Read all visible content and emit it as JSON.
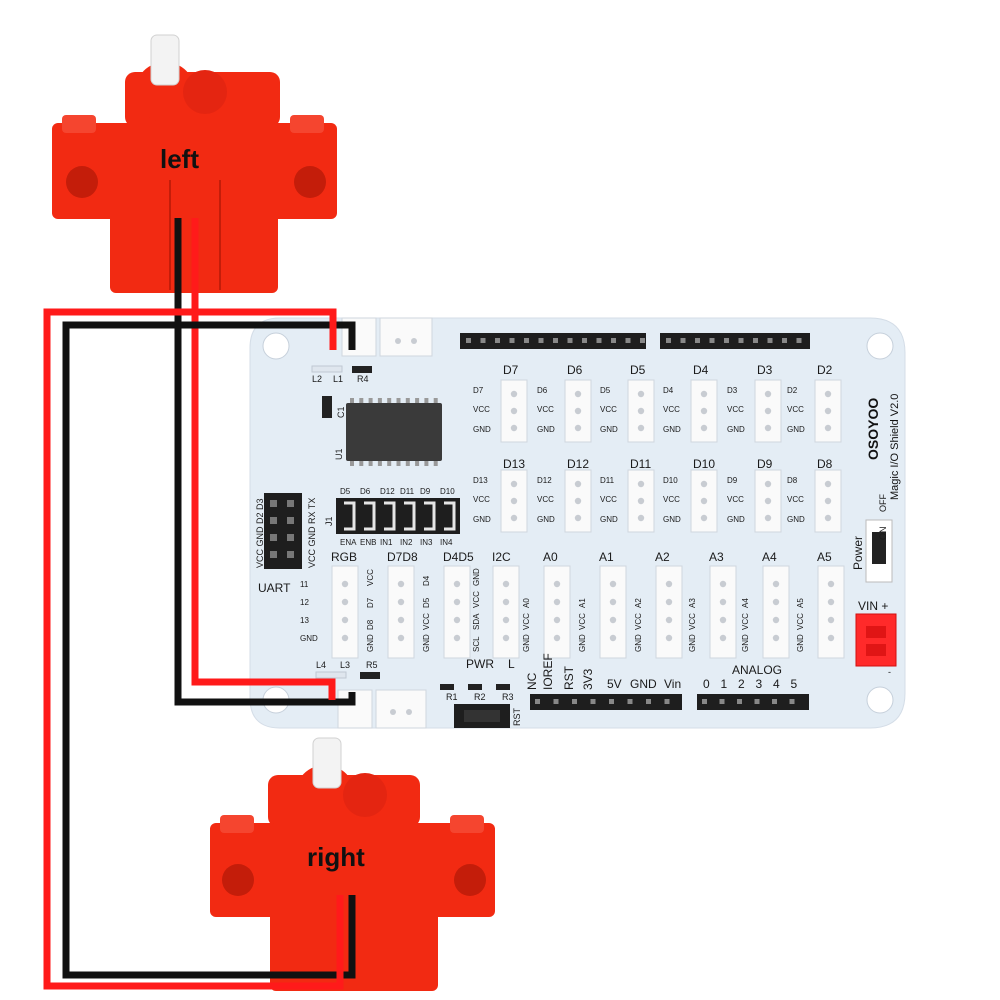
{
  "motors": {
    "left_label": "left",
    "right_label": "right"
  },
  "colors": {
    "motor": "#f22a12",
    "motor_dark": "#c41d0a",
    "board": "#e4edf5",
    "wire_red": "#ff1a1a",
    "wire_black": "#111111",
    "header": "#1e1e1e"
  },
  "board": {
    "brand": "OSOYOO",
    "model": "Magic I/O Shield V2.0",
    "top_row_headers": [
      "D7",
      "D6",
      "D5",
      "D4",
      "D3",
      "D2"
    ],
    "mid_row_headers": [
      "D13",
      "D12",
      "D11",
      "D10",
      "D9",
      "D8"
    ],
    "top_row_pins": [
      "D7",
      "D6",
      "D5",
      "D4",
      "D3",
      "D2"
    ],
    "mid_row_pins": [
      "D13",
      "D12",
      "D11",
      "D10",
      "D9",
      "D8"
    ],
    "vcc": "VCC",
    "gnd": "GND",
    "bottom_headers": [
      "RGB",
      "D7D8",
      "D4D5",
      "I2C",
      "A0",
      "A1",
      "A2",
      "A3",
      "A4",
      "A5"
    ],
    "rgb_pins": [
      "11",
      "12",
      "13",
      "GND"
    ],
    "d7d8_pins": [
      "GND",
      "D8",
      "D7",
      "VCC"
    ],
    "d4d5_pins": [
      "GND",
      "VCC",
      "D5",
      "D4"
    ],
    "i2c_pins": [
      "SCL",
      "SDA",
      "VCC",
      "GND"
    ],
    "analog_pins": [
      "GND",
      "VCC"
    ],
    "analog_pin_names": [
      "A0",
      "A1",
      "A2",
      "A3",
      "A4",
      "A5"
    ],
    "uart_label": "UART",
    "uart_cols": [
      "VCC GND D2 D3",
      "VCC GND RX TX"
    ],
    "j1_top": [
      "D5",
      "D6",
      "D12",
      "D11",
      "D9",
      "D10"
    ],
    "j1_bottom": [
      "ENA",
      "ENB",
      "IN1",
      "IN2",
      "IN3",
      "IN4"
    ],
    "j1_label": "J1",
    "u1_label": "U1",
    "c1_label": "C1",
    "l2": "L2",
    "l1": "L1",
    "r4": "R4",
    "l4": "L4",
    "l3": "L3",
    "r5": "R5",
    "pwr": "PWR",
    "l": "L",
    "r1": "R1",
    "r2": "R2",
    "r3": "R3",
    "rst": "RST",
    "power_pins": [
      "NC",
      "IOREF",
      "RST",
      "3V3",
      "5V",
      "GND",
      "Vin"
    ],
    "analog_label": "ANALOG",
    "analog_numbers": [
      "0",
      "1",
      "2",
      "3",
      "4",
      "5"
    ],
    "power_switch": {
      "label": "Power",
      "off": "OFF",
      "on": "ON"
    },
    "vin_label": "VIN +",
    "vin_minus": "-"
  }
}
